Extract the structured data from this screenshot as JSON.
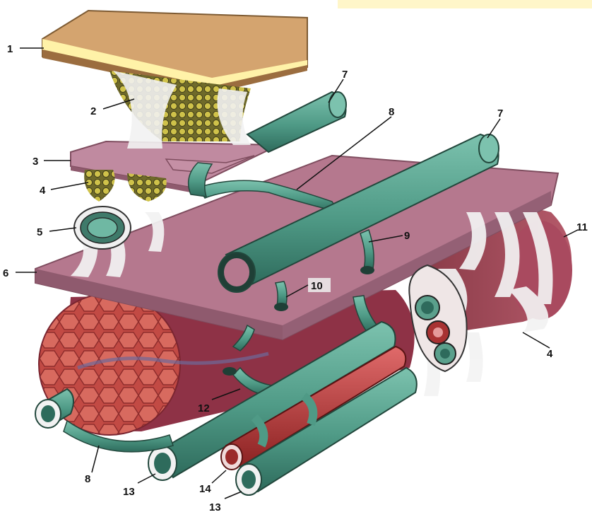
{
  "figure": {
    "labels": [
      "1",
      "2",
      "3",
      "4",
      "5",
      "6",
      "7",
      "8",
      "9",
      "10",
      "11",
      "12",
      "13",
      "14"
    ],
    "callouts": [
      {
        "id": "c1",
        "label": "1"
      },
      {
        "id": "c2",
        "label": "2"
      },
      {
        "id": "c3",
        "label": "3"
      },
      {
        "id": "c4a",
        "label": "4"
      },
      {
        "id": "c5",
        "label": "5"
      },
      {
        "id": "c6",
        "label": "6"
      },
      {
        "id": "c7a",
        "label": "7"
      },
      {
        "id": "c7b",
        "label": "7"
      },
      {
        "id": "c8a",
        "label": "8"
      },
      {
        "id": "c9",
        "label": "9"
      },
      {
        "id": "c10",
        "label": "10"
      },
      {
        "id": "c11",
        "label": "11"
      },
      {
        "id": "c4b",
        "label": "4"
      },
      {
        "id": "c12",
        "label": "12"
      },
      {
        "id": "c8b",
        "label": "8"
      },
      {
        "id": "c13a",
        "label": "13"
      },
      {
        "id": "c14",
        "label": "14"
      },
      {
        "id": "c13b",
        "label": "13"
      }
    ],
    "colors": {
      "skin": "#d8b07a",
      "fat": "#cdbf3e",
      "fascia": "#b98294",
      "muscle": "#b04a4f",
      "muscle_cut": "#c0443f",
      "vein": "#4f9a86",
      "vein_dark": "#2e6b5c",
      "artery": "#b83333",
      "connective": "#f2f2f2",
      "highlight": "#fff6c9"
    },
    "icons": [
      "skin-layer-shape",
      "adipose-tissue-shape",
      "fascia-plate-shape",
      "muscle-shape",
      "vein-shape",
      "artery-shape",
      "nerve-shape"
    ]
  }
}
